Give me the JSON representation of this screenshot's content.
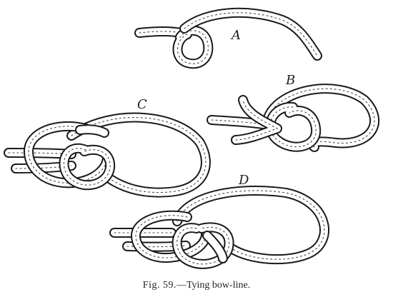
{
  "figure": {
    "step_labels": [
      "A",
      "B",
      "C",
      "D"
    ],
    "caption": {
      "figure_number": "Fig. 59.",
      "separator": "—",
      "title": "Tying bow-line."
    }
  }
}
